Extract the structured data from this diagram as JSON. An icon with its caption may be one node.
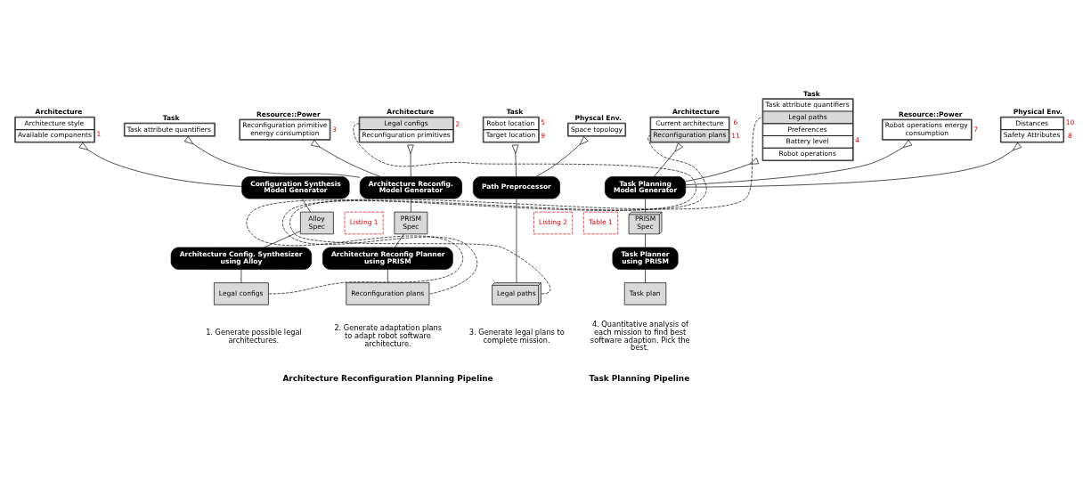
{
  "diagram": {
    "nodes": [
      {
        "text": [
          "Architecture",
          "Architecture style",
          "Available components"
        ],
        "beside": [
          "1"
        ]
      },
      {
        "text": [
          "Configuration Synthesis Model Generator"
        ]
      },
      {
        "text": [
          "Alloy Spec"
        ]
      },
      {
        "text": [
          "Architecture Config. Synthesizer using Alloy"
        ]
      },
      {
        "text": [
          "Legal configs"
        ]
      },
      {
        "text": [
          "Task",
          "Task attribute quantifiers"
        ]
      },
      {
        "text": [
          "Resource::Power",
          "Reconfiguration primitive energy consumption"
        ],
        "beside": [
          "3"
        ]
      },
      {
        "text": [
          "Architecture",
          "Legal configs",
          "Reconfiguration primitives"
        ],
        "beside": [
          "2"
        ]
      },
      {
        "text": [
          "Architecture Reconfig. Model Generator"
        ]
      },
      {
        "text": [
          "PRISM Spec"
        ]
      },
      {
        "text": [
          "Architecture Reconfig Planner using PRISM"
        ]
      },
      {
        "text": [
          "Reconfiguration plans"
        ]
      },
      {
        "text": [
          "Task",
          "Robot location",
          "Target location"
        ],
        "beside": [
          "5",
          "9"
        ]
      },
      {
        "text": [
          "Physcal Env.",
          "Space topology"
        ]
      },
      {
        "text": [
          "Path Preprocessor"
        ]
      },
      {
        "text": [
          "Legal paths"
        ]
      },
      {
        "text": [
          "Architecture",
          "Current architecture",
          "Reconfiguration plans"
        ],
        "beside": [
          "6",
          "11"
        ]
      },
      {
        "text": [
          "Task",
          "Task attribute quantifiers",
          "Legal paths",
          "Preferences",
          "Battery level",
          "Robot operations"
        ],
        "beside": [
          "4"
        ]
      },
      {
        "text": [
          "Resource::Power",
          "Robot operations energy consumption"
        ],
        "beside": [
          "7"
        ]
      },
      {
        "text": [
          "Physical Env.",
          "Distances",
          "Safety Attributes"
        ],
        "beside": [
          "10",
          "8"
        ]
      },
      {
        "text": [
          "Task Planning Model Generator"
        ]
      },
      {
        "text": [
          "PRISM Spec"
        ]
      },
      {
        "text": [
          "Task Planner using PRISM"
        ]
      },
      {
        "text": [
          "Task plan"
        ]
      }
    ],
    "edges": [
      {
        "from": 0,
        "to": 1,
        "arrow": "other"
      },
      {
        "from": 1,
        "to": 2,
        "arrow": "none"
      },
      {
        "from": 2,
        "to": 3,
        "arrow": "none"
      },
      {
        "from": 3,
        "to": 4,
        "arrow": "none"
      },
      {
        "from": 4,
        "to": 7,
        "arrow": "none",
        "style": "dashed"
      },
      {
        "from": 5,
        "to": 8,
        "arrow": "other"
      },
      {
        "from": 6,
        "to": 8,
        "arrow": "other"
      },
      {
        "from": 7,
        "to": 8,
        "arrow": "other"
      },
      {
        "from": 8,
        "to": 9,
        "arrow": "none"
      },
      {
        "from": 9,
        "to": 10,
        "arrow": "none"
      },
      {
        "from": 10,
        "to": 11,
        "arrow": "none"
      },
      {
        "from": 11,
        "to": 16,
        "arrow": "none",
        "style": "dashed"
      },
      {
        "from": 12,
        "to": 14,
        "arrow": "other"
      },
      {
        "from": 13,
        "to": 14,
        "arrow": "other"
      },
      {
        "from": 14,
        "to": 15,
        "arrow": "none"
      },
      {
        "from": 15,
        "to": 17,
        "arrow": "none",
        "style": "dashed"
      },
      {
        "from": 16,
        "to": 20,
        "arrow": "other"
      },
      {
        "from": 17,
        "to": 20,
        "arrow": "other"
      },
      {
        "from": 18,
        "to": 20,
        "arrow": "other"
      },
      {
        "from": 19,
        "to": 20,
        "arrow": "other"
      },
      {
        "from": 20,
        "to": 21,
        "arrow": "none"
      },
      {
        "from": 21,
        "to": 22,
        "arrow": "none"
      },
      {
        "from": 22,
        "to": 23,
        "arrow": "none"
      }
    ],
    "labels": [
      "Table 1",
      "Listing 1",
      "Listing 2",
      "1. Generate possible legal architectures.",
      "2. Generate adaptation plans to adapt robot software architecture.",
      "3. Generate legal plans to complete mission.",
      "4. Quantitative analysis of each mission to find best software adaption. Pick the best.",
      "Architecture Reconfiguration Planning Pipeline",
      "Task Planning Pipeline"
    ]
  }
}
